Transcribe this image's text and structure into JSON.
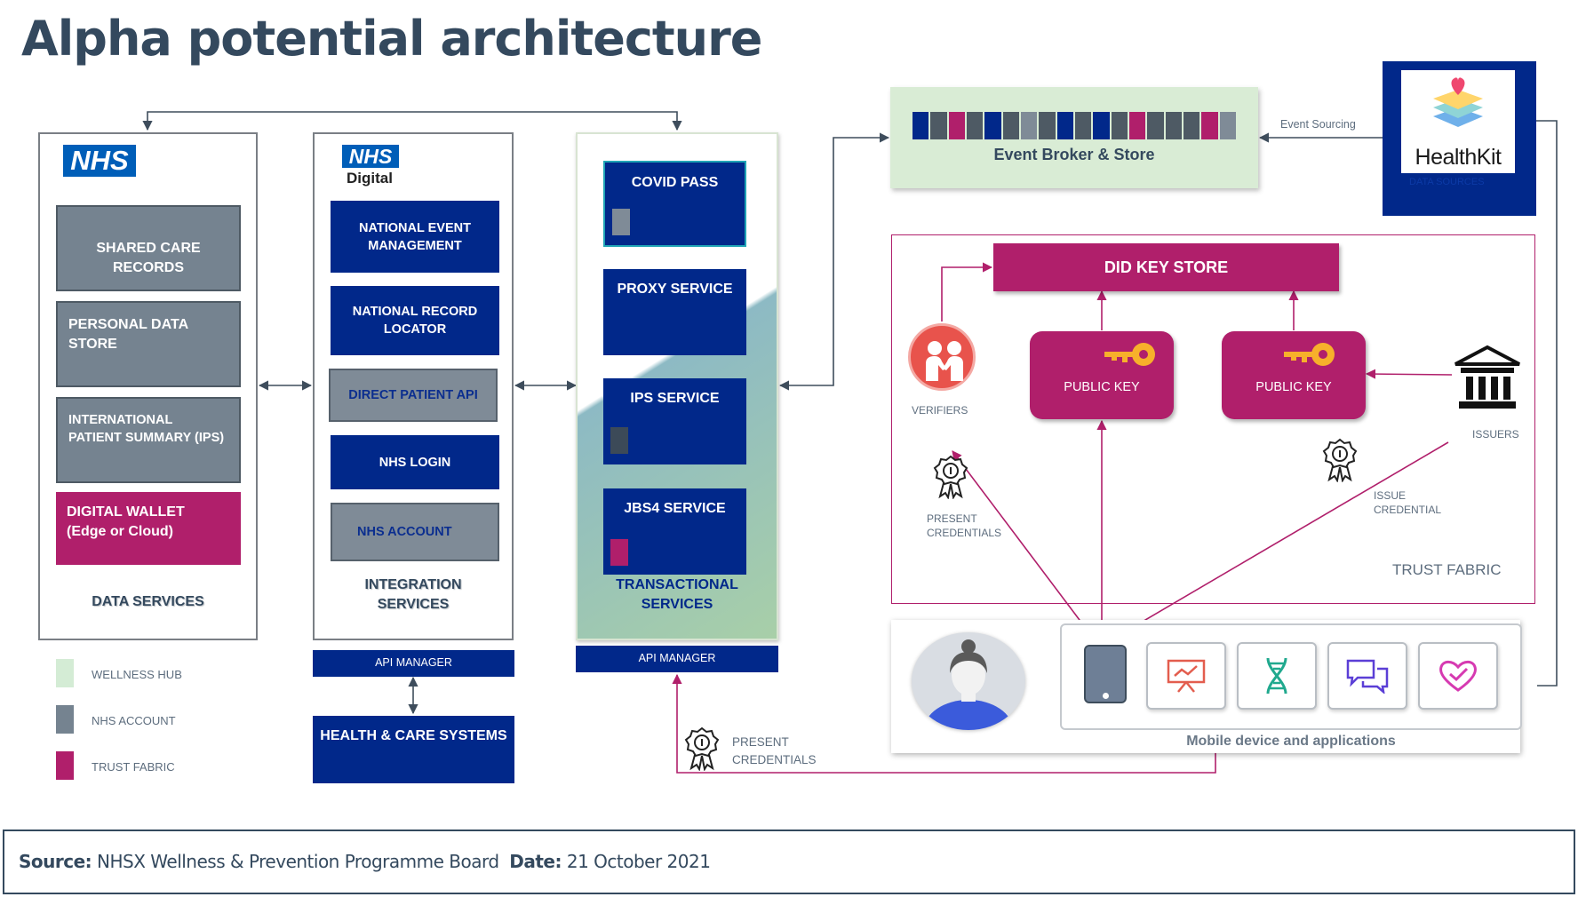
{
  "title": "Alpha potential architecture",
  "data_services": {
    "logo": "NHS",
    "items": [
      "SHARED CARE RECORDS",
      "PERSONAL DATA STORE",
      "INTERNATIONAL PATIENT SUMMARY (IPS)"
    ],
    "wallet_line1": "DIGITAL WALLET",
    "wallet_line2": "(Edge or Cloud)",
    "caption": "DATA SERVICES"
  },
  "integration_services": {
    "logo": "NHS",
    "logo_sub": "Digital",
    "items": [
      "NATIONAL EVENT MANAGEMENT",
      "NATIONAL RECORD LOCATOR",
      "DIRECT PATIENT API",
      "NHS LOGIN",
      "NHS ACCOUNT"
    ],
    "caption_line1": "INTEGRATION",
    "caption_line2": "SERVICES",
    "api_manager": "API MANAGER",
    "health_care": "HEALTH & CARE SYSTEMS"
  },
  "transactional_services": {
    "items": [
      "COVID PASS",
      "PROXY SERVICE",
      "IPS SERVICE",
      "JBS4 SERVICE"
    ],
    "caption_line1": "TRANSACTIONAL",
    "caption_line2": "SERVICES",
    "api_manager": "API MANAGER"
  },
  "event_broker": {
    "label": "Event Broker & Store",
    "sourcing_label": "Event Sourcing",
    "block_colors": [
      "#01288a",
      "#4e5a64",
      "#b01f6b",
      "#4e5a64",
      "#01288a",
      "#4e5a64",
      "#7f8b97",
      "#4e5a64",
      "#01288a",
      "#4e5a64",
      "#01288a",
      "#4e5a64",
      "#b01f6b",
      "#4e5a64",
      "#4e5a64",
      "#4e5a64",
      "#b01f6b",
      "#7f8b97"
    ]
  },
  "healthkit": {
    "name": "HealthKit",
    "sub": "DATA SOURCES"
  },
  "trust_fabric": {
    "did_key_store": "DID KEY STORE",
    "public_key_1": "PUBLIC KEY",
    "public_key_2": "PUBLIC KEY",
    "verifiers": "VERIFIERS",
    "issuers": "ISSUERS",
    "present_line1": "PRESENT",
    "present_line2": "CREDENTIALS",
    "issue_line1": "ISSUE",
    "issue_line2": "CREDENTIAL",
    "label": "TRUST FABRIC"
  },
  "mobile": {
    "label": "Mobile device and applications"
  },
  "bottom_present_line1": "PRESENT",
  "bottom_present_line2": "CREDENTIALS",
  "legend": [
    {
      "label": "WELLNESS HUB",
      "color": "#d4ecd5"
    },
    {
      "label": "NHS ACCOUNT",
      "color": "#758390"
    },
    {
      "label": "TRUST FABRIC",
      "color": "#b01f6b"
    }
  ],
  "footer": {
    "source_label": "Source:",
    "source_text": "NHSX Wellness & Prevention Programme Board",
    "date_label": "Date:",
    "date_text": "21 October 2021"
  },
  "colors": {
    "nhs_blue": "#01288a",
    "magenta": "#b01f6b",
    "grey": "#758390",
    "title": "#34495e"
  }
}
